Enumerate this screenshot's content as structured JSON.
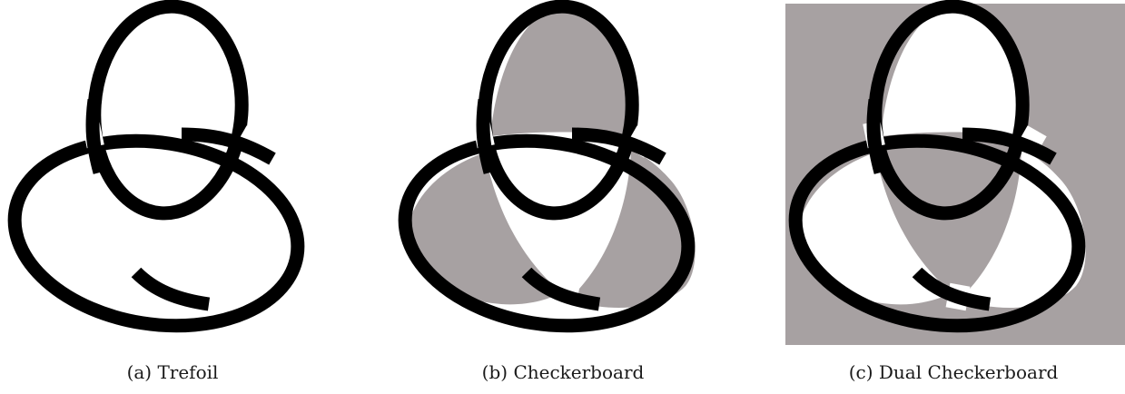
{
  "colors": {
    "strand": "#000000",
    "shade": "#a7a1a2",
    "background": "#ffffff"
  },
  "panels": [
    {
      "caption": "(a) Trefoil",
      "shading": "none"
    },
    {
      "caption": "(b) Checkerboard",
      "shading": "inner-regions"
    },
    {
      "caption": "(c) Dual Checkerboard",
      "shading": "outer-and-center"
    }
  ]
}
